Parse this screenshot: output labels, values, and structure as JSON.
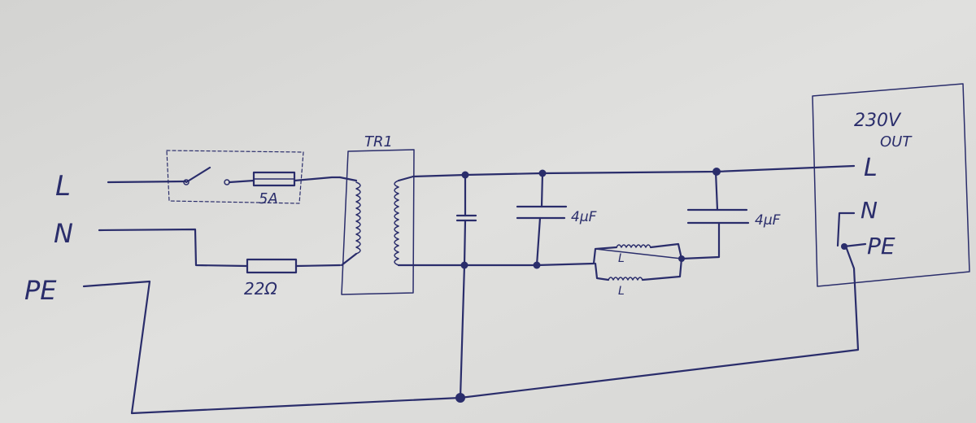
{
  "terminals": {
    "line": "L",
    "neutral": "N",
    "protective_earth": "PE"
  },
  "components": {
    "fuse": "5A",
    "resistor": "22Ω",
    "transformer": "TR1",
    "capacitor_1": "4µF",
    "capacitor_2": "4µF",
    "inductor_top": "L",
    "inductor_bottom": "L"
  },
  "output_box": {
    "title_line1": "230V",
    "title_line2": "OUT",
    "line": "L",
    "neutral": "N",
    "protective_earth": "PE"
  },
  "colors": {
    "paper": "#dcdcda",
    "ink": "#2a2d6b"
  }
}
